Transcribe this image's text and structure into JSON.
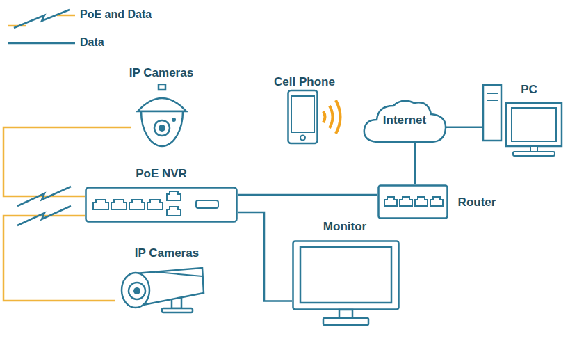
{
  "diagram": {
    "nodes": [
      {
        "text": [
          "IP Cameras"
        ]
      },
      {
        "text": [
          "Cell Phone"
        ]
      },
      {
        "text": [
          "Internet"
        ]
      },
      {
        "text": [
          "PC"
        ]
      },
      {
        "text": [
          "PoE NVR"
        ]
      },
      {
        "text": [
          "Router"
        ]
      },
      {
        "text": [
          "Monitor"
        ]
      },
      {
        "text": [
          "IP Cameras"
        ]
      }
    ],
    "edges": [
      {
        "from": 0,
        "to": 4,
        "arrow": "none"
      },
      {
        "from": 7,
        "to": 4,
        "arrow": "none"
      },
      {
        "from": 4,
        "to": 5,
        "arrow": "none"
      },
      {
        "from": 4,
        "to": 6,
        "arrow": "none"
      },
      {
        "from": 5,
        "to": 2,
        "arrow": "none"
      },
      {
        "from": 2,
        "to": 3,
        "arrow": "none"
      }
    ],
    "legend": [
      {
        "text": "PoE and Data"
      },
      {
        "text": "Data"
      }
    ]
  }
}
